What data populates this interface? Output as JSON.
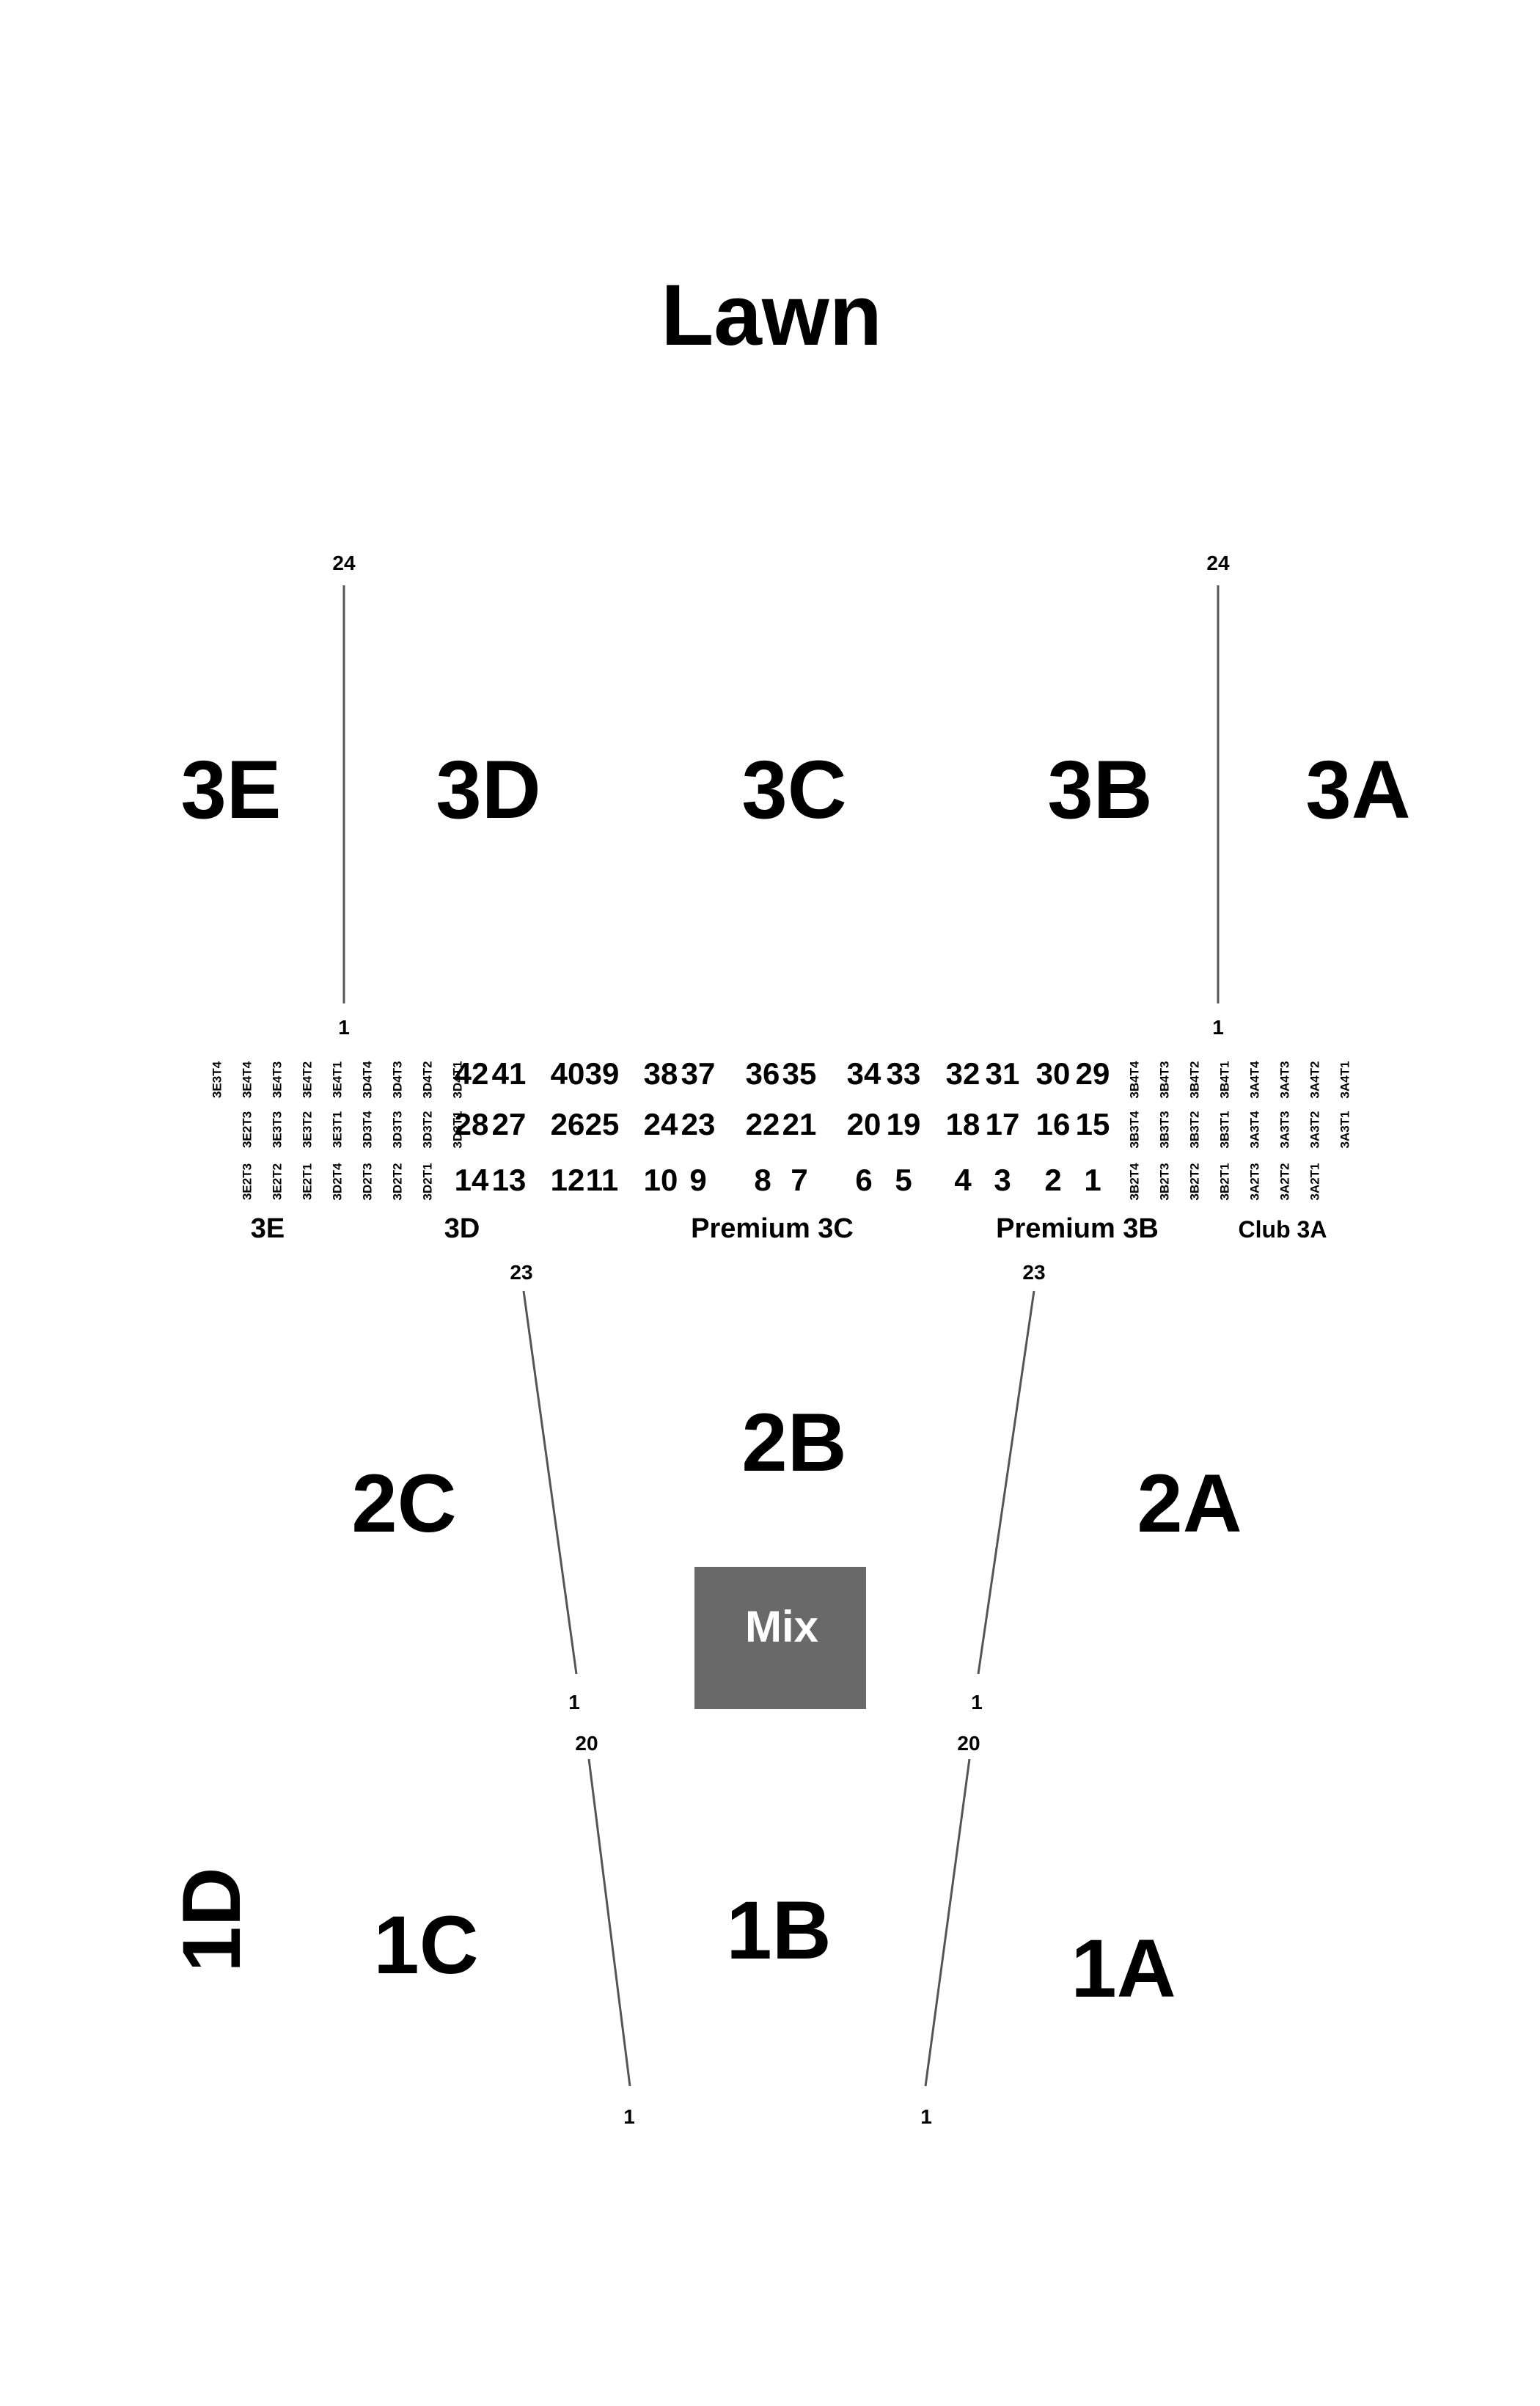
{
  "colors": {
    "background": "#ffffff",
    "text": "#000000",
    "line": "#555555",
    "mix_box": "#696969",
    "mix_text": "#ffffff"
  },
  "lawn": "Lawn",
  "level3": {
    "sections": [
      "3E",
      "3D",
      "3C",
      "3B",
      "3A"
    ],
    "left_aisle": {
      "top": "24",
      "bottom": "1"
    },
    "right_aisle": {
      "top": "24",
      "bottom": "1"
    }
  },
  "boxes": {
    "left_vertical": {
      "row1": [
        "3E3T4",
        "3E4T4",
        "3E4T3",
        "3E4T2",
        "3E4T1",
        "3D4T4",
        "3D4T3",
        "3D4T2",
        "3D4T1"
      ],
      "row2": [
        "3E2T3",
        "3E3T3",
        "3E3T2",
        "3E3T1",
        "3D3T4",
        "3D3T3",
        "3D3T2",
        "3D3T1"
      ],
      "row3": [
        "3E2T3",
        "3E2T2",
        "3E2T1",
        "3D2T4",
        "3D2T3",
        "3D2T2",
        "3D2T1"
      ]
    },
    "right_vertical": {
      "row1": [
        "3B4T4",
        "3B4T3",
        "3B4T2",
        "3B4T1",
        "3A4T4",
        "3A4T3",
        "3A4T2",
        "3A4T1"
      ],
      "row2": [
        "3B3T4",
        "3B3T3",
        "3B3T2",
        "3B3T1",
        "3A3T4",
        "3A3T3",
        "3A3T2",
        "3A3T1"
      ],
      "row3": [
        "3B2T4",
        "3B2T3",
        "3B2T2",
        "3B2T1",
        "3A2T3",
        "3A2T2",
        "3A2T1"
      ]
    },
    "numbered": {
      "row1": [
        "42",
        "41",
        "40",
        "39",
        "38",
        "37",
        "36",
        "35",
        "34",
        "33",
        "32",
        "31",
        "30",
        "29"
      ],
      "row2": [
        "28",
        "27",
        "26",
        "25",
        "24",
        "23",
        "22",
        "21",
        "20",
        "19",
        "18",
        "17",
        "16",
        "15"
      ],
      "row3": [
        "14",
        "13",
        "12",
        "11",
        "10",
        "9",
        "8",
        "7",
        "6",
        "5",
        "4",
        "3",
        "2",
        "1"
      ]
    },
    "area_labels": [
      "3E",
      "3D",
      "Premium 3C",
      "Premium 3B",
      "Club 3A"
    ]
  },
  "level2": {
    "sections": [
      "2C",
      "2B",
      "2A"
    ],
    "left_aisle": {
      "top": "23",
      "bottom": "1"
    },
    "right_aisle": {
      "top": "23",
      "bottom": "1"
    },
    "mix": "Mix"
  },
  "level1": {
    "sections": [
      "1D",
      "1C",
      "1B",
      "1A"
    ],
    "left_aisle": {
      "top": "20",
      "bottom": "1"
    },
    "right_aisle": {
      "top": "20",
      "bottom": "1"
    }
  }
}
